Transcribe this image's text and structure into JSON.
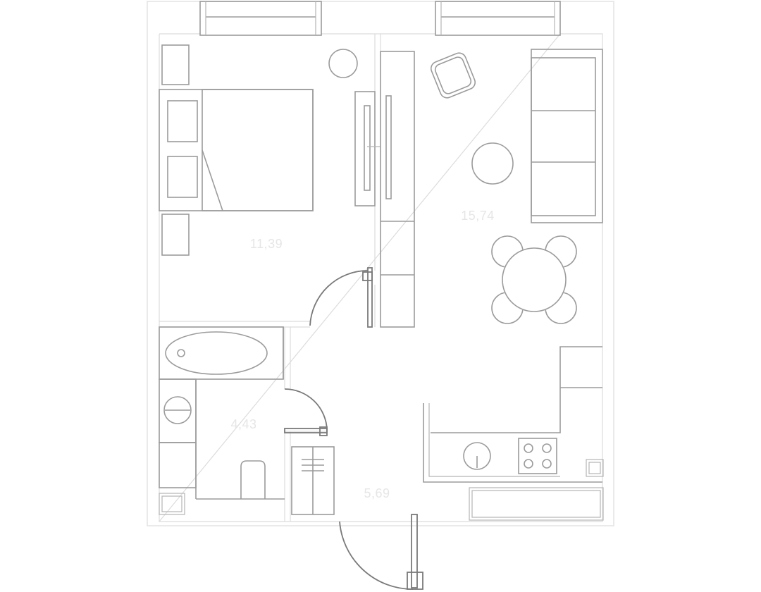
{
  "plan": {
    "rooms": [
      {
        "id": "bedroom",
        "area": "11,39"
      },
      {
        "id": "living-kitchen",
        "area": "15,74"
      },
      {
        "id": "bathroom",
        "area": "4,43"
      },
      {
        "id": "hallway",
        "area": "5,69"
      }
    ]
  },
  "colors": {
    "background": "#ffffff",
    "outer_wall": "#e4e4e4",
    "furniture": "#7a7a7a",
    "label": "#e6e6e6"
  }
}
